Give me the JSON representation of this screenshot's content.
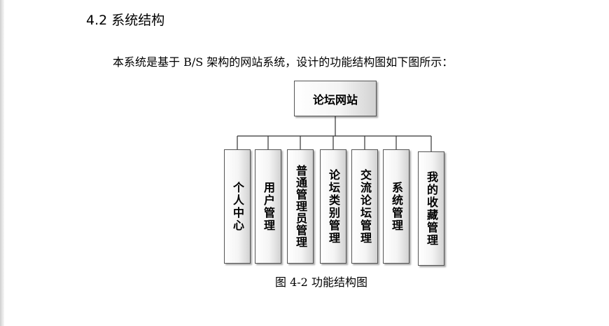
{
  "section": {
    "heading": "4.2 系统结构",
    "intro": "本系统是基于 B/S 架构的网站系统，设计的功能结构图如下图所示："
  },
  "diagram": {
    "root": "论坛网站",
    "children": [
      "个人中心",
      "用户管理",
      "普通管理员管理",
      "论坛类别管理",
      "交流论坛管理",
      "系统管理",
      "我的收藏管理"
    ]
  },
  "figure": {
    "caption": "图 4-2 功能结构图"
  }
}
